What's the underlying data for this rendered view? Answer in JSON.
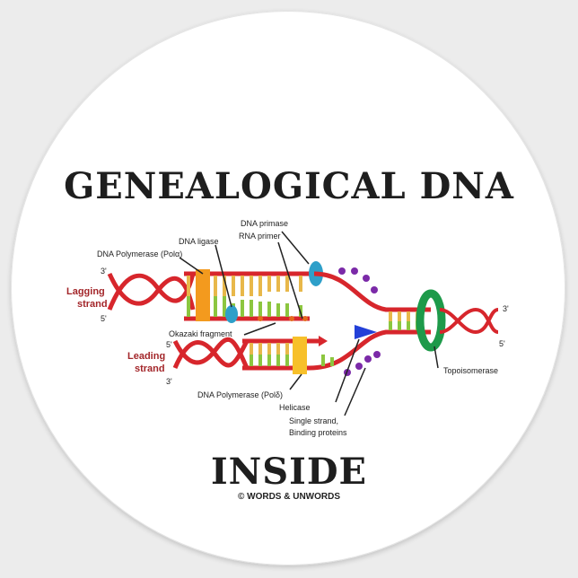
{
  "title_top": "GENEALOGICAL DNA",
  "title_bottom": "INSIDE",
  "copyright": "© WORDS & UNWORDS",
  "diagram": {
    "strands": {
      "lagging": "Lagging strand",
      "leading": "Leading strand"
    },
    "ends": {
      "lagging_top": "3'",
      "lagging_bottom": "5'",
      "leading_top": "5'",
      "leading_bottom": "3'",
      "right_top": "3'",
      "right_bottom": "5'"
    },
    "labels": {
      "dna_primase": "DNA primase",
      "rna_primer": "RNA primer",
      "dna_ligase": "DNA ligase",
      "polymerase_alpha": "DNA Polymerase (Polα)",
      "okazaki": "Okazaki fragment",
      "polymerase_delta": "DNA Polymerase (Polδ)",
      "helicase": "Helicase",
      "ssb": "Single strand,",
      "ssb2": "Binding proteins",
      "topoisomerase": "Topoisomerase"
    },
    "colors": {
      "backbone": "#d7262c",
      "base_yellow": "#e8b84a",
      "base_green": "#8cc63f",
      "polymerase": "#f39a1e",
      "ligase": "#2e9fc9",
      "helicase": "#2340d8",
      "topoisomerase": "#1e9a4a",
      "ssb": "#7b2aa8",
      "strand_label": "#a3262a"
    }
  }
}
